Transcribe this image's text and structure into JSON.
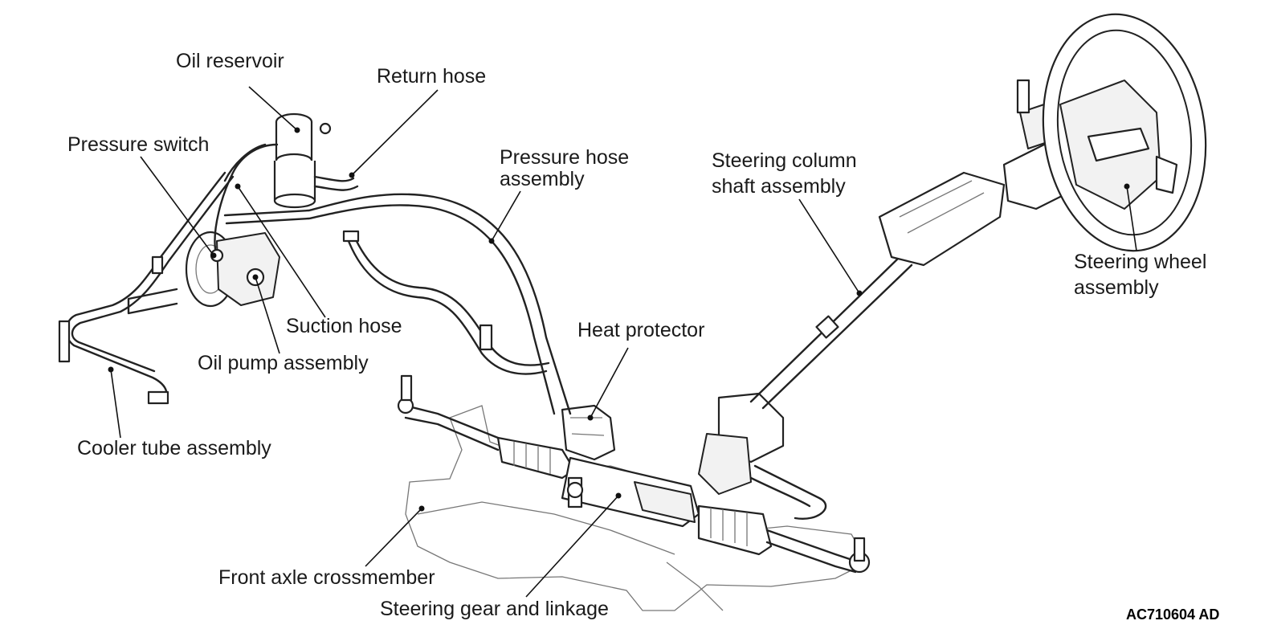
{
  "labels": {
    "oil_reservoir": "Oil reservoir",
    "return_hose": "Return hose",
    "pressure_switch": "Pressure switch",
    "pressure_hose_line1": "Pressure hose",
    "pressure_hose_line2": "assembly",
    "steering_column_line1": "Steering column",
    "steering_column_line2": "shaft assembly",
    "steering_wheel_line1": "Steering wheel",
    "steering_wheel_line2": "assembly",
    "suction_hose": "Suction hose",
    "oil_pump": "Oil pump assembly",
    "heat_protector": "Heat protector",
    "cooler_tube": "Cooler tube assembly",
    "front_axle": "Front axle crossmember",
    "steering_gear": "Steering gear and linkage"
  },
  "figure_code": "AC710604 AD"
}
